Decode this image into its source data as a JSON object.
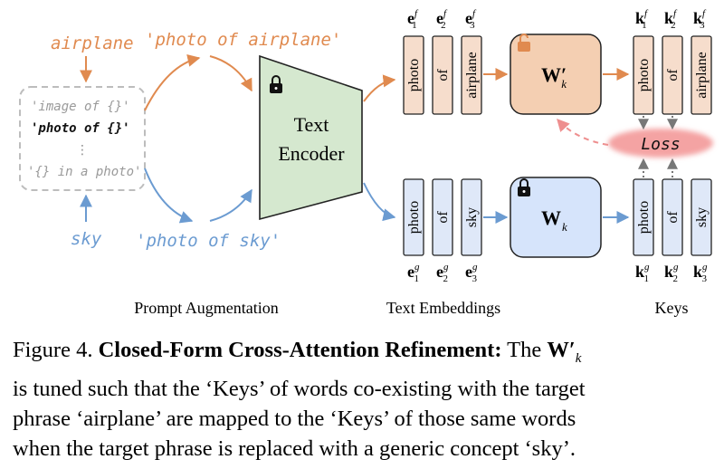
{
  "figure": {
    "prompt_augmentation": {
      "target_word": "airplane",
      "target_prompt": "'photo of airplane'",
      "templates": [
        "'image of {}'",
        "'photo of {}'",
        "⋮",
        "'{} in a photo'"
      ],
      "anchor_word": "sky",
      "anchor_prompt": "'photo of sky'",
      "label": "Prompt Augmentation"
    },
    "encoder": {
      "line1": "Text",
      "line2": "Encoder"
    },
    "embeddings": {
      "label": "Text Embeddings",
      "target_tokens": [
        "photo",
        "of",
        "airplane"
      ],
      "anchor_tokens": [
        "photo",
        "of",
        "sky"
      ],
      "target_sym": [
        "e",
        "e",
        "e"
      ],
      "target_sup": "f",
      "anchor_sup": "g",
      "subs": [
        "1",
        "2",
        "3"
      ]
    },
    "weights": {
      "tuned": "W′",
      "tuned_sub": "k",
      "frozen": "W",
      "frozen_sub": "k"
    },
    "keys": {
      "label": "Keys",
      "target_tokens": [
        "photo",
        "of",
        "airplane"
      ],
      "anchor_tokens": [
        "photo",
        "of",
        "sky"
      ],
      "sym": "k"
    },
    "loss": "Loss",
    "colors": {
      "orange": "#e08a4f",
      "orange_fill": "#f6ddcc",
      "orange_box": "#f4cfb2",
      "blue": "#6b9bd1",
      "blue_fill": "#dfe8f8",
      "blue_box": "#d6e4fb",
      "green_fill": "#d5e8cf",
      "loss_red": "#ee8f8f"
    }
  },
  "caption": {
    "line1_prefix": "Figure 4. ",
    "line1_bold": "Closed-Form Cross-Attention Refinement:",
    "line1_rest": " The ",
    "line1_sym": "W′",
    "line1_sub": "k",
    "line2": "is tuned such that the ‘Keys’ of words co-existing with the target",
    "line3": "phrase ‘airplane’ are mapped to the ‘Keys’ of those same words",
    "line4": "when the target phrase is replaced with a generic concept ‘sky’."
  }
}
